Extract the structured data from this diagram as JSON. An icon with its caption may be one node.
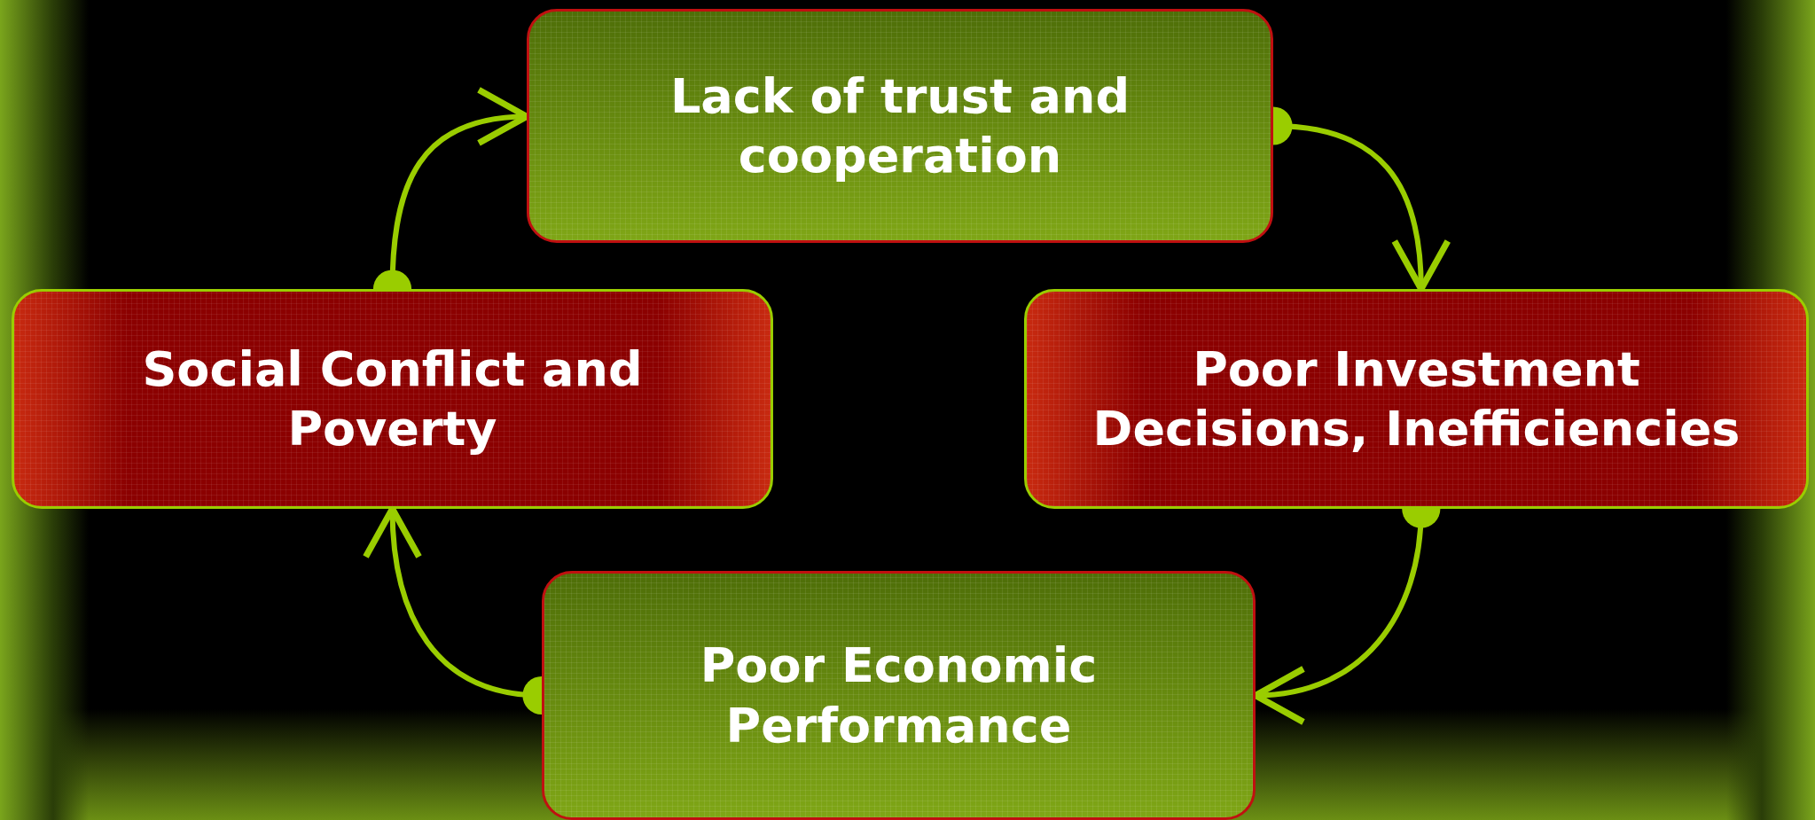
{
  "diagram": {
    "nodes": [
      {
        "text": [
          "Lack of trust and cooperation"
        ]
      },
      {
        "text": [
          "Poor Investment Decisions, Inefficiencies"
        ]
      },
      {
        "text": [
          "Poor Economic Performance"
        ]
      },
      {
        "text": [
          "Social Conflict and Poverty"
        ]
      }
    ],
    "edges": [
      {
        "from": 0,
        "to": 1,
        "arrow": "to"
      },
      {
        "from": 1,
        "to": 2,
        "arrow": "to"
      },
      {
        "from": 2,
        "to": 3,
        "arrow": "to"
      },
      {
        "from": 3,
        "to": 0,
        "arrow": "to"
      }
    ]
  }
}
